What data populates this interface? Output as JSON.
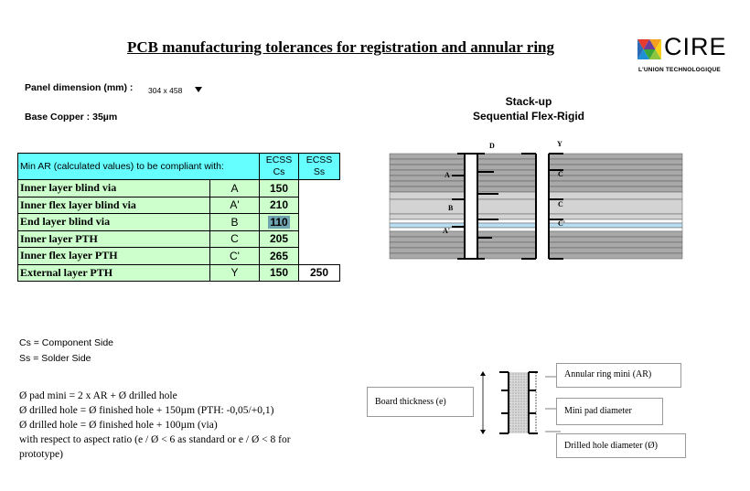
{
  "title": "PCB manufacturing tolerances for registration and annular ring",
  "logo": {
    "name": "CIRE",
    "tagline": "L'UNION TECHNOLOGIQUE"
  },
  "panel": {
    "label": "Panel dimension (mm) :",
    "value": "304 x 458"
  },
  "base_copper": "Base Copper : 35µm",
  "stackup": {
    "title": "Stack-up",
    "subtitle": "Sequential Flex-Rigid",
    "labels": {
      "D": "D",
      "Y": "Y",
      "A": "A",
      "B": "B",
      "A_prime": "A'",
      "C": "C",
      "C2": "C",
      "C_prime": "C'"
    }
  },
  "table": {
    "header": {
      "label": "Min AR (calculated values) to be compliant with:",
      "cs": "ECSS\nCs",
      "ss": "ECSS\nSs"
    },
    "rows": [
      {
        "label": "Inner layer blind via",
        "code": "A",
        "cs": "150",
        "ss": ""
      },
      {
        "label": "Inner flex layer blind via",
        "code": "A'",
        "cs": "210",
        "ss": ""
      },
      {
        "label": "End layer blind via",
        "code": "B",
        "cs": "110",
        "ss": ""
      },
      {
        "label": "Inner layer PTH",
        "code": "C",
        "cs": "205",
        "ss": ""
      },
      {
        "label": "Inner flex layer PTH",
        "code": "C'",
        "cs": "265",
        "ss": ""
      },
      {
        "label": "External layer PTH",
        "code": "Y",
        "cs": "150",
        "ss": "250"
      }
    ]
  },
  "legend": {
    "cs": "Cs = Component Side",
    "ss": "Ss = Solder Side"
  },
  "formulas": [
    "Ø  pad mini  =  2 x AR  +  Ø drilled hole",
    "Ø drilled hole = Ø finished hole + 150µm (PTH: -0,05/+0,1)",
    "Ø drilled hole = Ø finished hole + 100µm (via)",
    " with respect to aspect ratio (e / Ø < 6 as standard or e / Ø < 8 for",
    "prototype)"
  ],
  "diagram": {
    "board_thickness": "Board thickness (e)",
    "annular_ring": "Annular ring mini (AR)",
    "mini_pad": "Mini pad diameter",
    "drilled_hole": "Drilled hole diameter (Ø)"
  },
  "colors": {
    "header_cyan": "#66ffff",
    "row_green": "#ccffcc",
    "selected_cell": "#6fa3b0",
    "flex_layer": "#b8dcf0",
    "layer_grey": "#a9a9a9"
  }
}
